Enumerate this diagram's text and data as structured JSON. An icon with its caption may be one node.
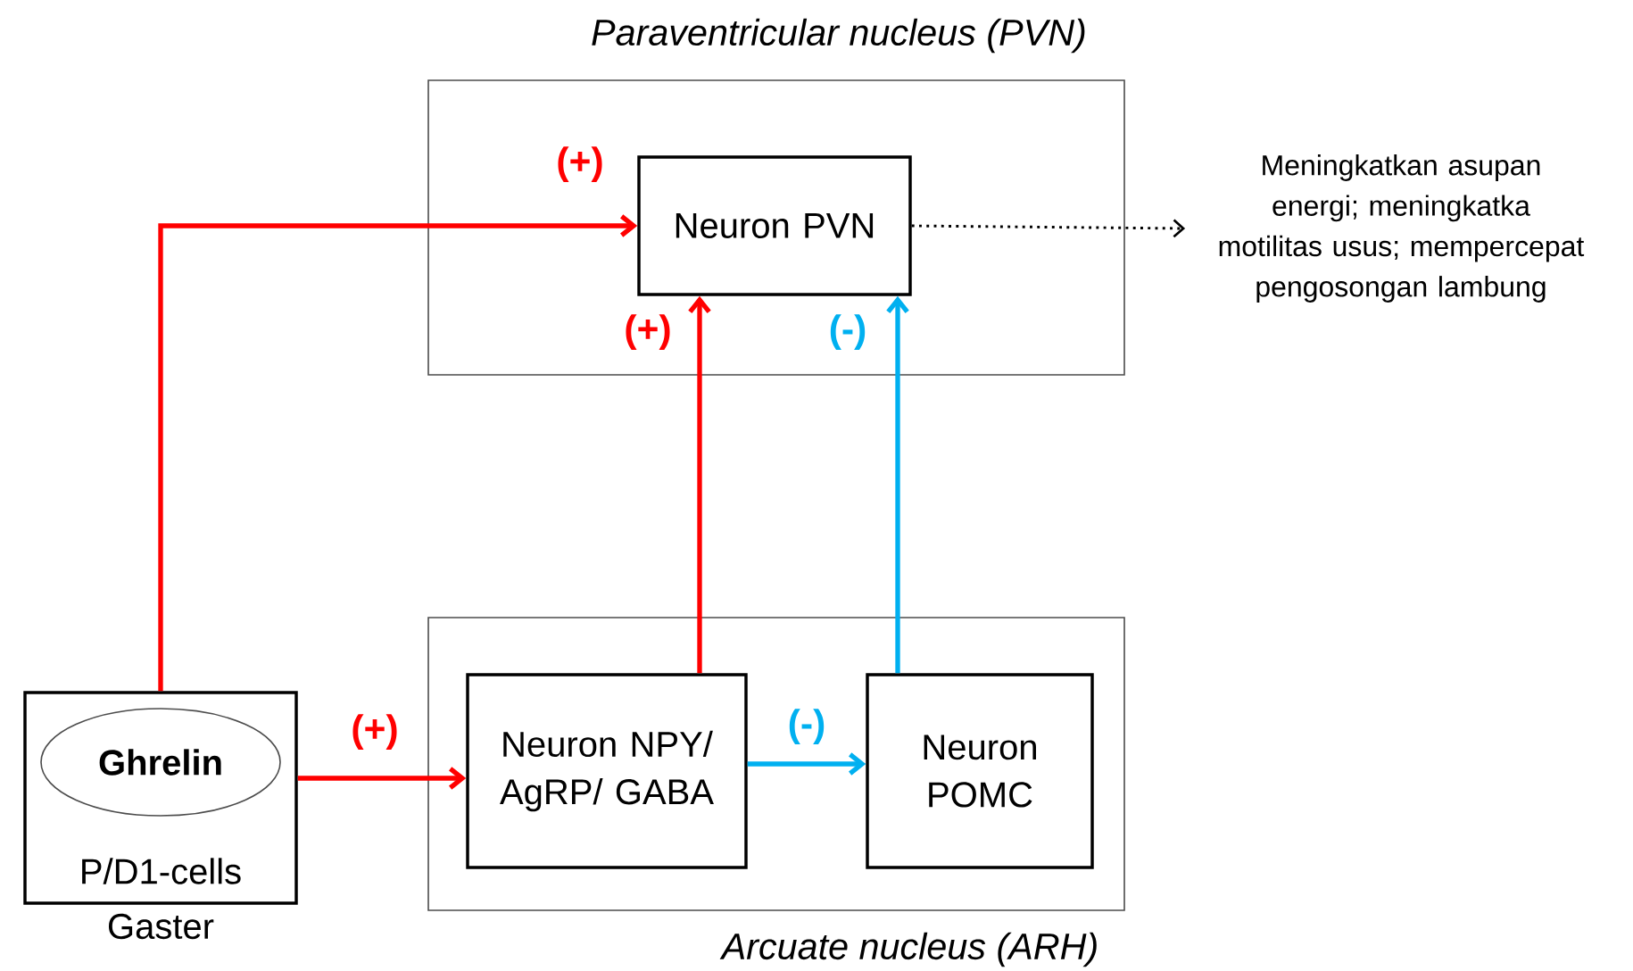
{
  "diagram": {
    "nodes": [
      {
        "text": [
          "Paraventricular nucleus (PVN)"
        ]
      },
      {
        "text": [
          "Neuron PVN"
        ],
        "in": 0
      },
      {
        "text": [
          "Arcuate nucleus (ARH)"
        ]
      },
      {
        "text": [
          "Neuron NPY/ AgRP/ GABA"
        ],
        "in": 2
      },
      {
        "text": [
          "Neuron POMC"
        ],
        "in": 2
      },
      {
        "text": [
          "P/D1-cells"
        ],
        "beside": [
          "Gaster"
        ]
      },
      {
        "text": [
          "Ghrelin"
        ],
        "in": 5
      },
      {
        "text": [
          "Meningkatkan asupan energi; meningkatka motilitas usus; mempercepat pengosongan lambung"
        ]
      }
    ],
    "edges": [
      {
        "from": 5,
        "to": 1,
        "arrow": "to",
        "label": "(+)"
      },
      {
        "from": 5,
        "to": 3,
        "arrow": "to",
        "label": "(+)"
      },
      {
        "from": 3,
        "to": 1,
        "arrow": "to",
        "label": "(+)"
      },
      {
        "from": 4,
        "to": 1,
        "arrow": "to",
        "label": "(-)",
        "color": "#00b0f0"
      },
      {
        "from": 3,
        "to": 4,
        "arrow": "to",
        "label": "(-)",
        "color": "#00b0f0"
      },
      {
        "from": 1,
        "to": 7,
        "arrow": "to",
        "style": "dashed",
        "color": "#000000"
      }
    ]
  }
}
